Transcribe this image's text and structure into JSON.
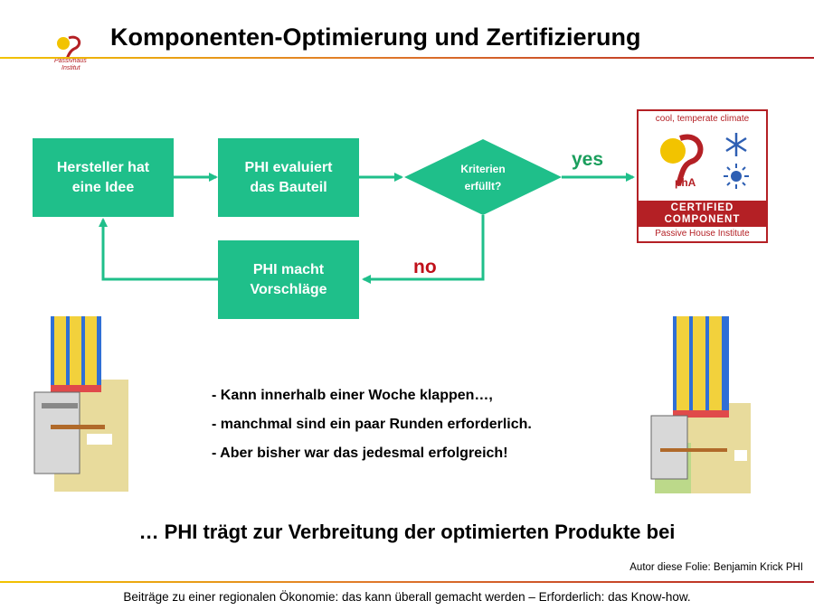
{
  "header": {
    "title": "Komponenten-Optimierung und Zertifizierung",
    "logo_text_line1": "Passivhaus",
    "logo_text_line2": "Institut"
  },
  "flow": {
    "box_idea": {
      "line1": "Hersteller hat",
      "line2": "eine Idee"
    },
    "box_evaluate": {
      "line1": "PHI evaluiert",
      "line2": "das Bauteil"
    },
    "decision": {
      "line1": "Kriterien",
      "line2": "erfüllt?"
    },
    "box_suggest": {
      "line1": "PHI macht",
      "line2": "Vorschläge"
    },
    "yes_label": "yes",
    "no_label": "no"
  },
  "certificate": {
    "climate": "cool, temperate climate",
    "band_line1": "CERTIFIED",
    "band_line2": "COMPONENT",
    "issuer": "Passive House Institute",
    "logo_mark": "phA"
  },
  "bullets": [
    "-  Kann innerhalb einer Woche klappen…,",
    "-  manchmal sind ein paar Runden erforderlich.",
    "-  Aber bisher war das jedesmal erfolgreich!"
  ],
  "headline": "… PHI trägt zur Verbreitung der optimierten Produkte bei",
  "author": "Autor diese Folie: Benjamin Krick PHI",
  "footer": "Beiträge zu einer regionalen Ökonomie: das kann überall gemacht werden – Erforderlich: das Know-how.",
  "colors": {
    "flow_green": "#1fbf8a",
    "yes_green": "#1a9e5c",
    "no_red": "#c0101a",
    "phi_red": "#b42025"
  },
  "icons": [
    "passivhaus-logo-icon",
    "snowflake-icon",
    "sun-icon",
    "window-frame-left",
    "window-frame-right"
  ]
}
